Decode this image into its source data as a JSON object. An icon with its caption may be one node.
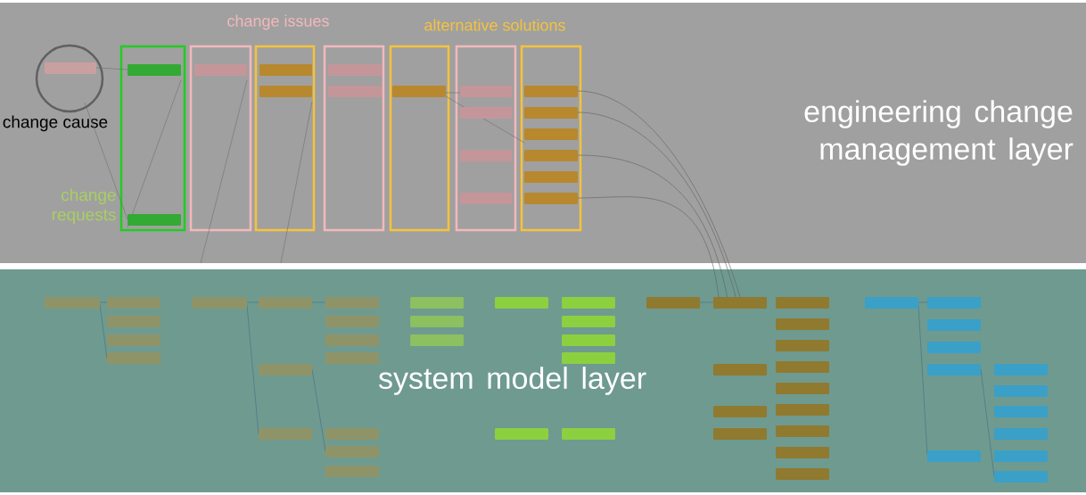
{
  "diagram": {
    "nodes": [
      {
        "text": [
          "engineering change management layer"
        ]
      },
      {
        "text": [
          "system model layer"
        ]
      },
      {
        "text": [
          "change cause"
        ],
        "in": 0
      },
      {
        "text": [
          "change requests"
        ],
        "in": 0
      },
      {
        "text": [],
        "shape": "box",
        "in": 0
      },
      {
        "text": [],
        "shape": "box",
        "in": 0
      },
      {
        "text": [],
        "shape": "box",
        "in": 0
      },
      {
        "text": [],
        "shape": "box",
        "in": 0
      },
      {
        "text": [],
        "shape": "box",
        "in": 0
      },
      {
        "text": [],
        "shape": "box",
        "in": 0
      }
    ],
    "labels": [
      "change issues",
      "alternative solutions"
    ]
  }
}
